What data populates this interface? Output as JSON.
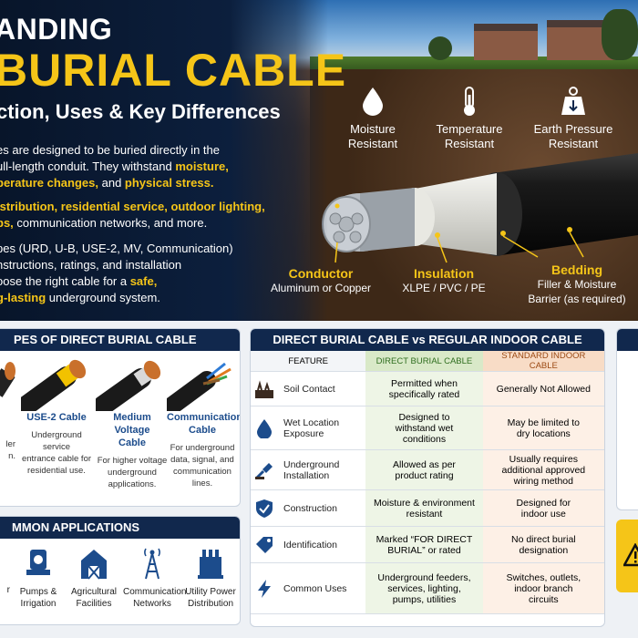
{
  "hero": {
    "title_line1": "ANDING",
    "title_line2": "BURIAL CABLE",
    "subtitle": "ction, Uses & Key Differences",
    "para1": {
      "l1_a": "es are designed to be buried directly in the",
      "l2_a": "ull-length conduit. They withstand ",
      "l2_b": "moisture,",
      "l3_a": "perature changes,",
      "l3_b": " and ",
      "l3_c": "physical stress."
    },
    "para2": {
      "l1_a": "istribution, residential service, outdoor lighting,",
      "l2_a": "ps,",
      "l2_b": " communication networks, and more."
    },
    "para3": {
      "l1": "pes (URD, U-B, USE-2, MV, Communication)",
      "l2": "nstructions, ratings, and installation",
      "l3_a": "oose the right cable for a ",
      "l3_b": "safe,",
      "l4_a": "g-lasting",
      "l4_b": " underground system."
    },
    "properties": [
      {
        "label": "Moisture\nResistant",
        "icon": "water-drop-icon",
        "l1": "Moisture",
        "l2": "Resistant"
      },
      {
        "label": "Temperature Resistant",
        "icon": "thermometer-icon",
        "l1": "Temperature",
        "l2": "Resistant"
      },
      {
        "label": "Earth Pressure Resistant",
        "icon": "weight-icon",
        "l1": "Earth Pressure",
        "l2": "Resistant"
      }
    ],
    "cable_labels": {
      "conductor_title": "Conductor",
      "conductor_desc": "Aluminum or Copper",
      "insulation_title": "Insulation",
      "insulation_desc": "XLPE / PVC / PE",
      "bedding_title": "Bedding",
      "bedding_desc1": "Filler & Moisture",
      "bedding_desc2": "Barrier (as required)"
    }
  },
  "types_panel": {
    "title": "PES OF DIRECT BURIAL CABLE",
    "items": [
      {
        "name1": "",
        "name2": "",
        "d1": "ler",
        "d2": "",
        "d3": "n."
      },
      {
        "name1": "USE-2 Cable",
        "name2": "",
        "d1": "Underground service",
        "d2": "entrance cable for",
        "d3": "residential use."
      },
      {
        "name1": "Medium Voltage",
        "name2": "Cable",
        "d1": "For higher voltage",
        "d2": "underground",
        "d3": "applications."
      },
      {
        "name1": "Communication",
        "name2": "Cable",
        "d1": "For underground",
        "d2": "data, signal, and",
        "d3": "communication lines."
      }
    ]
  },
  "apps_panel": {
    "title": "MMON APPLICATIONS",
    "items": [
      {
        "l1": "r",
        "l2": ""
      },
      {
        "l1": "Pumps &",
        "l2": "Irrigation"
      },
      {
        "l1": "Agricultural",
        "l2": "Facilities"
      },
      {
        "l1": "Communication",
        "l2": "Networks"
      },
      {
        "l1": "Utility Power",
        "l2": "Distribution"
      }
    ]
  },
  "compare_panel": {
    "title": "DIRECT BURIAL CABLE vs REGULAR INDOOR CABLE",
    "headers": [
      "FEATURE",
      "DIRECT BURIAL CABLE",
      "STANDARD INDOOR CABLE"
    ],
    "rows": [
      {
        "feature1": "Soil Contact",
        "feature2": "",
        "icon": "soil-icon",
        "db1": "Permitted when",
        "db2": "specifically rated",
        "db3": "",
        "in1": "Generally Not Allowed",
        "in2": "",
        "in3": ""
      },
      {
        "feature1": "Wet Location",
        "feature2": "Exposure",
        "icon": "water-drop-icon",
        "db1": "Designed to",
        "db2": "withstand wet",
        "db3": "conditions",
        "in1": "May be limited to",
        "in2": "dry locations",
        "in3": ""
      },
      {
        "feature1": "Underground",
        "feature2": "Installation",
        "icon": "shovel-icon",
        "db1": "Allowed as per",
        "db2": "product rating",
        "db3": "",
        "in1": "Usually requires",
        "in2": "additional approved",
        "in3": "wiring method"
      },
      {
        "feature1": "Construction",
        "feature2": "",
        "icon": "shield-check-icon",
        "db1": "Moisture & environment",
        "db2": "resistant",
        "db3": "",
        "in1": "Designed for",
        "in2": "indoor use",
        "in3": ""
      },
      {
        "feature1": "Identification",
        "feature2": "",
        "icon": "tag-icon",
        "db1": "Marked “FOR DIRECT",
        "db2": "BURIAL” or rated",
        "db3": "",
        "in1": "No direct burial",
        "in2": "designation",
        "in3": ""
      },
      {
        "feature1": "Common Uses",
        "feature2": "",
        "icon": "lightning-icon",
        "db1": "Underground feeders,",
        "db2": "services, lighting,",
        "db3": "pumps, utilities",
        "in1": "Switches, outlets,",
        "in2": "indoor branch",
        "in3": "circuits"
      }
    ]
  },
  "colors": {
    "navy": "#11284d",
    "yellow": "#f5c518",
    "green_col": "#eef5e6",
    "orange_col": "#fdf0e6"
  }
}
